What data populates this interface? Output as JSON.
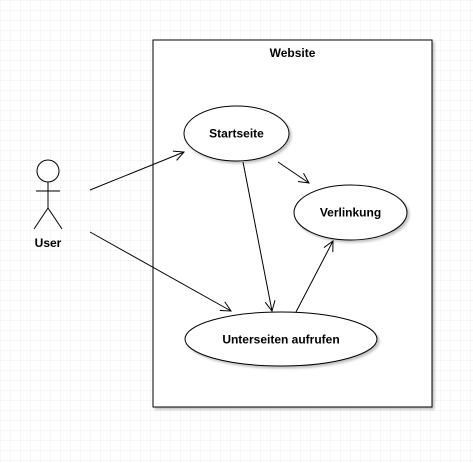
{
  "diagram": {
    "title": "Website",
    "actor": {
      "label": "User"
    },
    "use_cases": {
      "startseite": "Startseite",
      "verlinkung": "Verlinkung",
      "unterseiten": "Unterseiten aufrufen"
    },
    "relations": [
      {
        "from": "User",
        "to": "Startseite"
      },
      {
        "from": "User",
        "to": "Unterseiten aufrufen"
      },
      {
        "from": "Startseite",
        "to": "Verlinkung"
      },
      {
        "from": "Startseite",
        "to": "Unterseiten aufrufen"
      },
      {
        "from": "Unterseiten aufrufen",
        "to": "Verlinkung"
      }
    ]
  }
}
